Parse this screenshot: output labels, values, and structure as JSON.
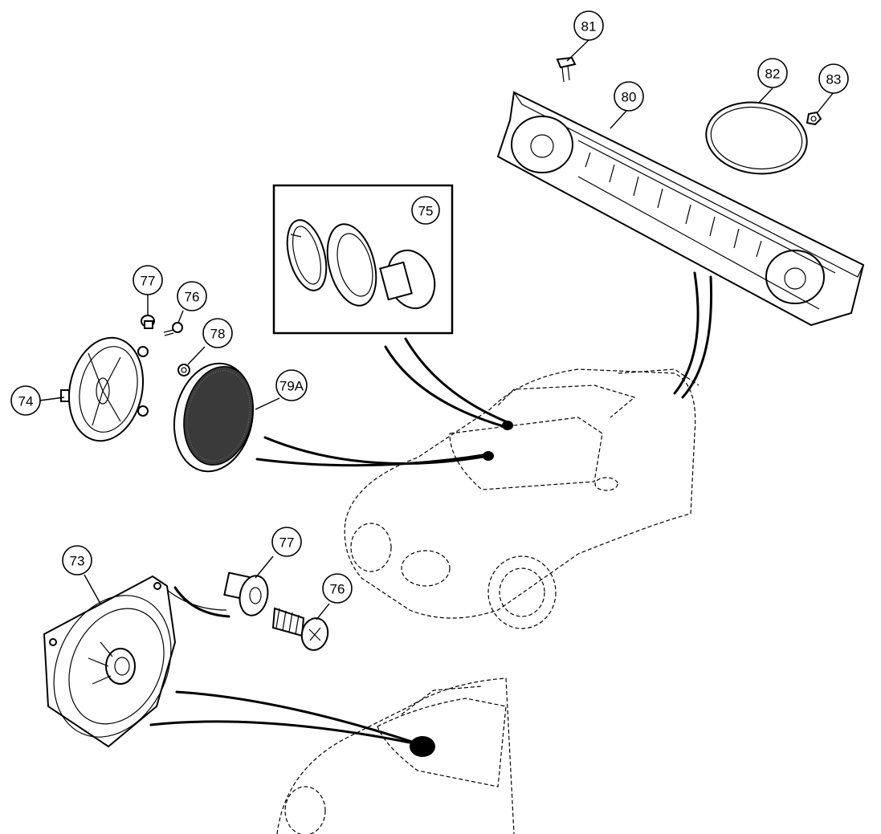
{
  "diagram": {
    "callouts": [
      {
        "id": "81"
      },
      {
        "id": "82"
      },
      {
        "id": "83"
      },
      {
        "id": "80"
      },
      {
        "id": "75"
      },
      {
        "id": "77"
      },
      {
        "id": "76"
      },
      {
        "id": "78"
      },
      {
        "id": "79A"
      },
      {
        "id": "74"
      },
      {
        "id": "73"
      },
      {
        "id": "77b",
        "label": "77"
      },
      {
        "id": "76b",
        "label": "76"
      }
    ]
  }
}
